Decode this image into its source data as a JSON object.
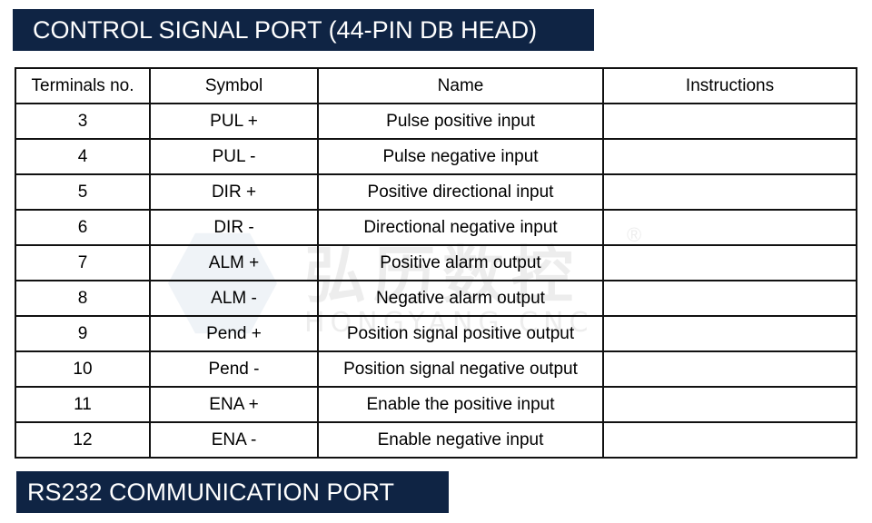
{
  "header": {
    "title": "CONTROL SIGNAL PORT (44-PIN DB HEAD)"
  },
  "table": {
    "columns": [
      "Terminals no.",
      "Symbol",
      "Name",
      "Instructions"
    ],
    "rows": [
      {
        "no": "3",
        "symbol": "PUL +",
        "name": "Pulse positive input",
        "instructions": ""
      },
      {
        "no": "4",
        "symbol": "PUL -",
        "name": "Pulse negative input",
        "instructions": ""
      },
      {
        "no": "5",
        "symbol": "DIR +",
        "name": "Positive directional input",
        "instructions": ""
      },
      {
        "no": "6",
        "symbol": "DIR -",
        "name": "Directional negative input",
        "instructions": ""
      },
      {
        "no": "7",
        "symbol": "ALM +",
        "name": "Positive alarm output",
        "instructions": ""
      },
      {
        "no": "8",
        "symbol": "ALM -",
        "name": "Negative alarm output",
        "instructions": ""
      },
      {
        "no": "9",
        "symbol": "Pend +",
        "name": "Position signal positive output",
        "instructions": ""
      },
      {
        "no": "10",
        "symbol": "Pend -",
        "name": "Position signal negative output",
        "instructions": ""
      },
      {
        "no": "11",
        "symbol": "ENA +",
        "name": "Enable the positive input",
        "instructions": ""
      },
      {
        "no": "12",
        "symbol": "ENA -",
        "name": "Enable negative input",
        "instructions": ""
      }
    ]
  },
  "watermark": {
    "text": "弘历数控",
    "sub": "HONGYANG CNC",
    "mark": "®"
  },
  "footer": {
    "title": "RS232 COMMUNICATION PORT"
  },
  "colors": {
    "banner_bg": "#0f2444",
    "banner_text": "#ffffff",
    "border": "#111111"
  }
}
